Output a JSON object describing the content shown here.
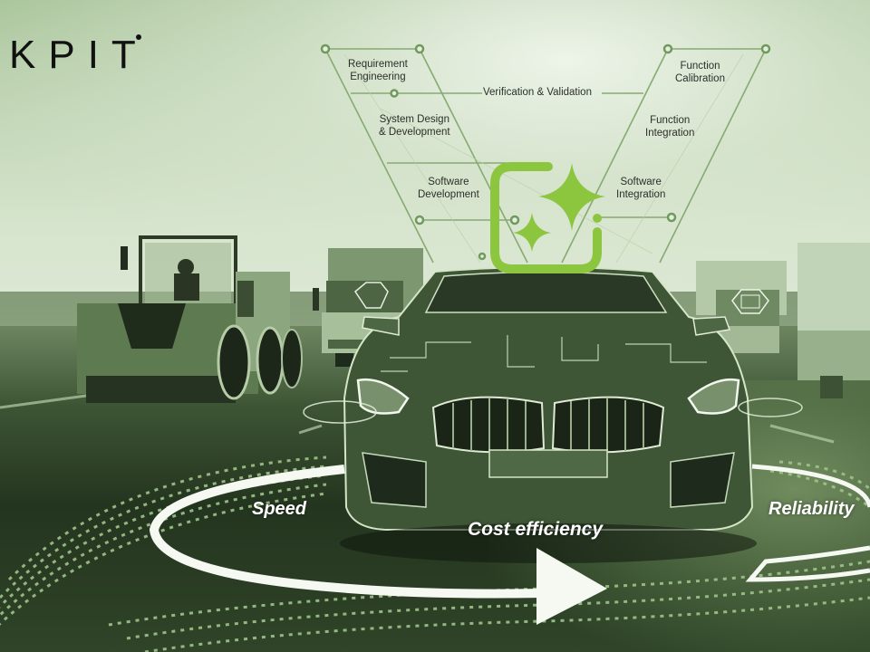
{
  "brand": {
    "logo_text": "KPIT"
  },
  "v_model": {
    "left_stages": [
      {
        "label_line1": "Requirement",
        "label_line2": "Engineering"
      },
      {
        "label_line1": "System Design",
        "label_line2": "& Development"
      },
      {
        "label_line1": "Software",
        "label_line2": "Development"
      }
    ],
    "right_stages": [
      {
        "label_line1": "Function",
        "label_line2": "Calibration"
      },
      {
        "label_line1": "Function",
        "label_line2": "Integration"
      },
      {
        "label_line1": "Software",
        "label_line2": "Integration"
      }
    ],
    "center_link": "Verification & Validation",
    "center_icon": "ai-sparkle-icon"
  },
  "benefits": {
    "items": [
      {
        "label": "Speed"
      },
      {
        "label": "Cost efficiency"
      },
      {
        "label": "Reliability"
      }
    ]
  },
  "colors": {
    "accent_green": "#8cc63f",
    "line_green": "#7fa86a",
    "tint": "#a9c49a",
    "text_dark": "#2b2f2a"
  }
}
